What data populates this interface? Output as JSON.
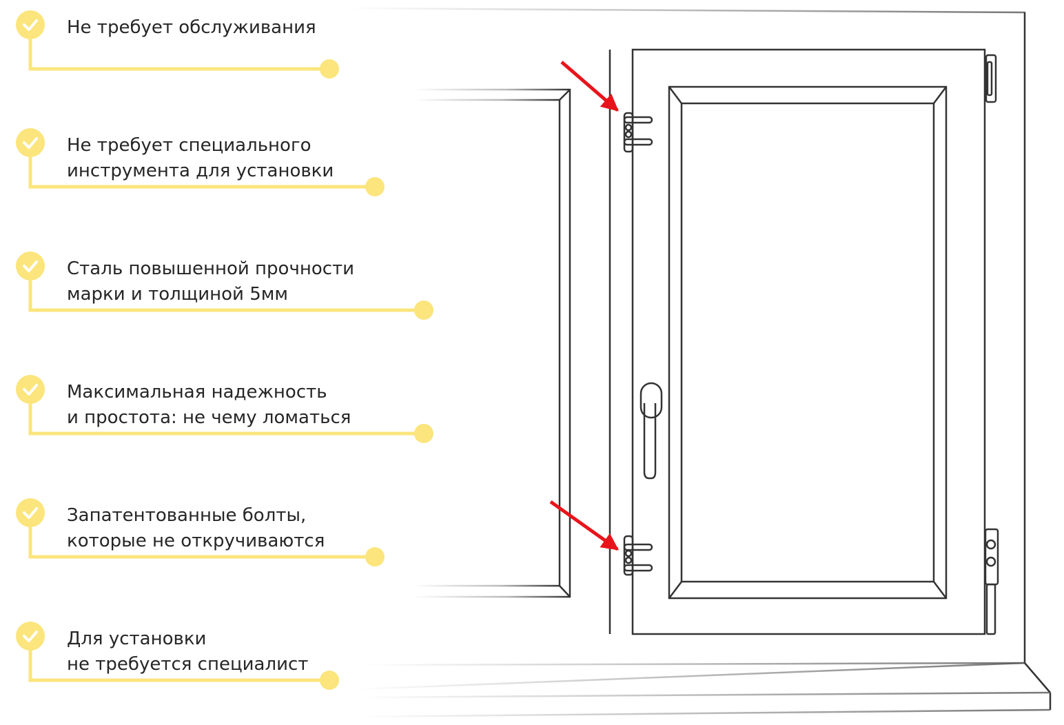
{
  "colors": {
    "accent": "#fbe57c",
    "check_mark": "#ffffff",
    "text": "#262626",
    "line": "#333333",
    "arrow": "#e8141b"
  },
  "features": [
    {
      "icon": "check-circle-icon",
      "lines": [
        "Не требует обслуживания"
      ]
    },
    {
      "icon": "check-circle-icon",
      "lines": [
        "Не требует специального",
        "инструмента для установки"
      ]
    },
    {
      "icon": "check-circle-icon",
      "lines": [
        "Сталь повышенной прочности",
        "марки и толщиной 5мм"
      ]
    },
    {
      "icon": "check-circle-icon",
      "lines": [
        "Максимальная надежность",
        "и простота: не чему ломаться"
      ]
    },
    {
      "icon": "check-circle-icon",
      "lines": [
        "Запатентованные болты,",
        "которые не откручиваются"
      ]
    },
    {
      "icon": "check-circle-icon",
      "lines": [
        "Для установки",
        "не требуется специалист"
      ]
    }
  ]
}
